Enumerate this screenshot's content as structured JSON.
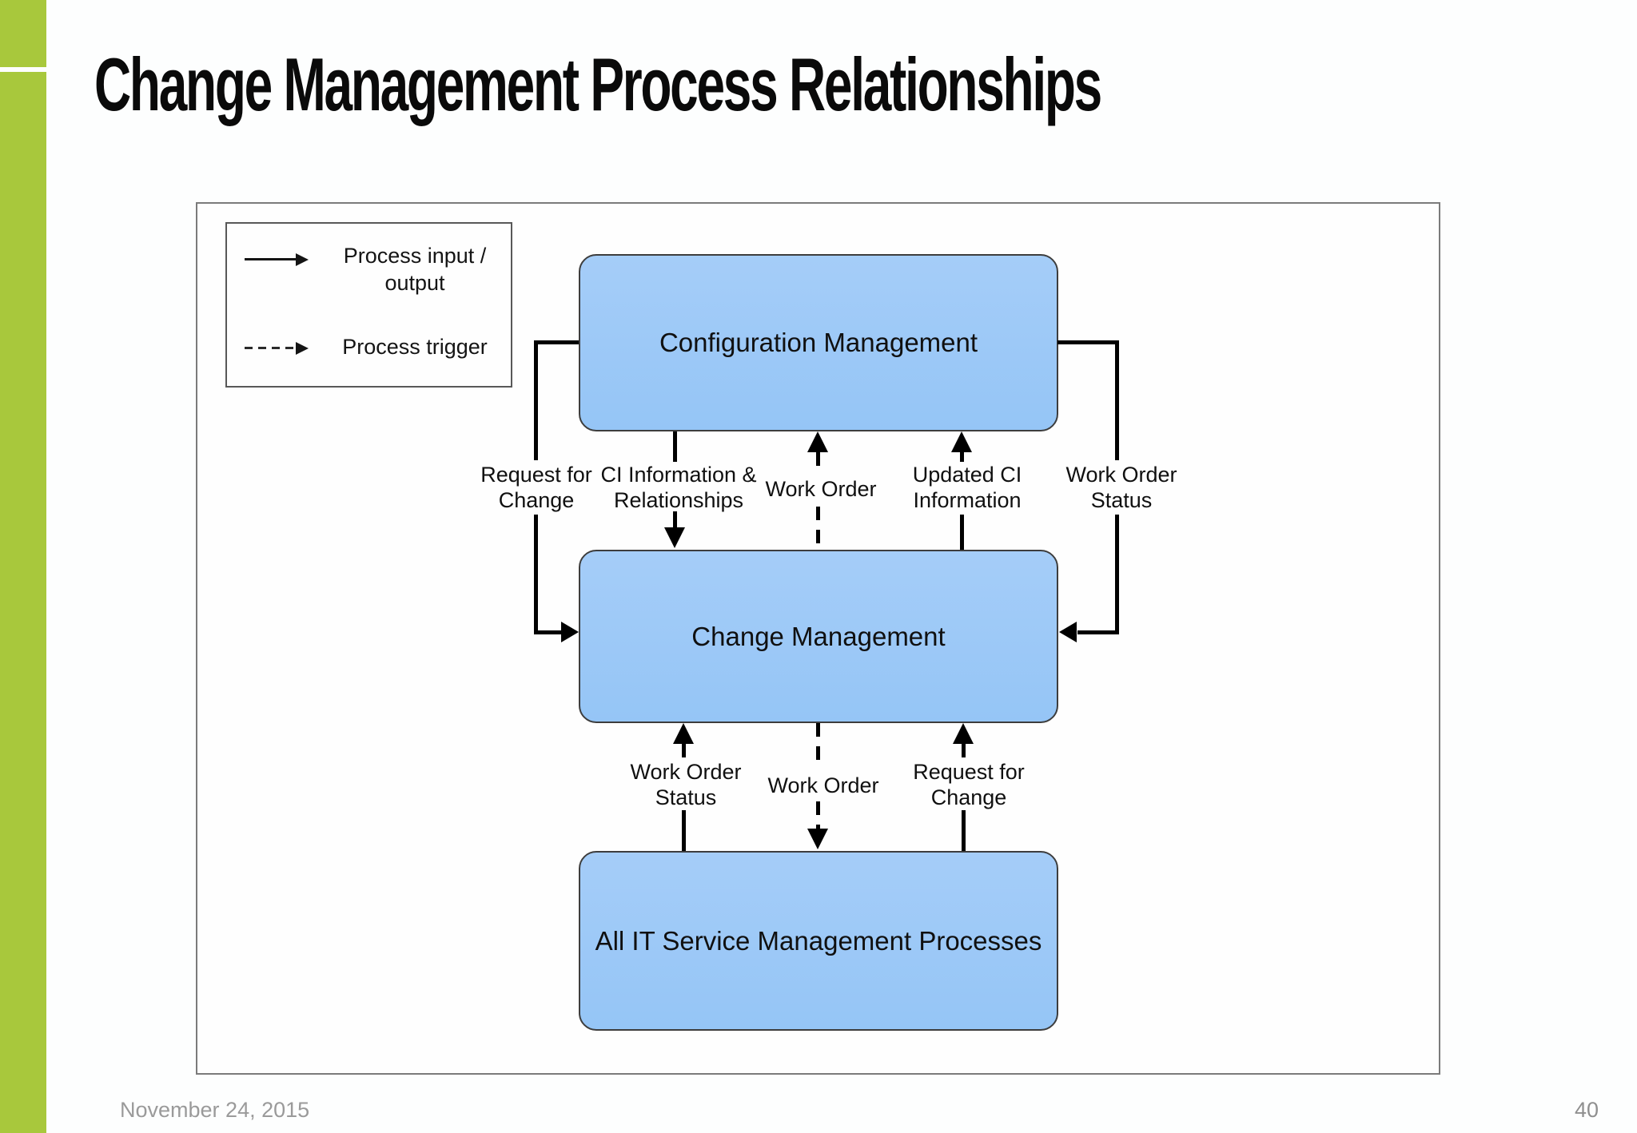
{
  "slide": {
    "title": "Change Management Process Relationships",
    "date": "November 24, 2015",
    "page_number": "40",
    "colors": {
      "accent_green": "#a8c83c",
      "node_blue": "#9cc9f7",
      "connector_black": "#000000"
    }
  },
  "legend": {
    "items": [
      {
        "icon": "solid-arrow-icon",
        "style": "solid",
        "label": "Process input / output"
      },
      {
        "icon": "dashed-arrow-icon",
        "style": "dashed",
        "label": "Process trigger"
      }
    ]
  },
  "diagram": {
    "nodes": [
      {
        "id": "configuration-management",
        "label": "Configuration Management"
      },
      {
        "id": "change-management",
        "label": "Change Management"
      },
      {
        "id": "all-itsm-processes",
        "label": "All IT Service Management Processes"
      }
    ],
    "edges": [
      {
        "label": "Request for Change",
        "type": "solid",
        "from": "configuration-management",
        "to": "change-management"
      },
      {
        "label": "CI Information & Relationships",
        "type": "solid",
        "from": "configuration-management",
        "to": "change-management"
      },
      {
        "label": "Work Order",
        "type": "dashed",
        "from": "change-management",
        "to": "configuration-management"
      },
      {
        "label": "Updated CI Information",
        "type": "solid",
        "from": "change-management",
        "to": "configuration-management"
      },
      {
        "label": "Work Order Status",
        "type": "solid",
        "from": "configuration-management",
        "to": "change-management"
      },
      {
        "label": "Work Order Status",
        "type": "solid",
        "from": "all-itsm-processes",
        "to": "change-management"
      },
      {
        "label": "Work Order",
        "type": "dashed",
        "from": "change-management",
        "to": "all-itsm-processes"
      },
      {
        "label": "Request for Change",
        "type": "solid",
        "from": "all-itsm-processes",
        "to": "change-management"
      }
    ]
  }
}
